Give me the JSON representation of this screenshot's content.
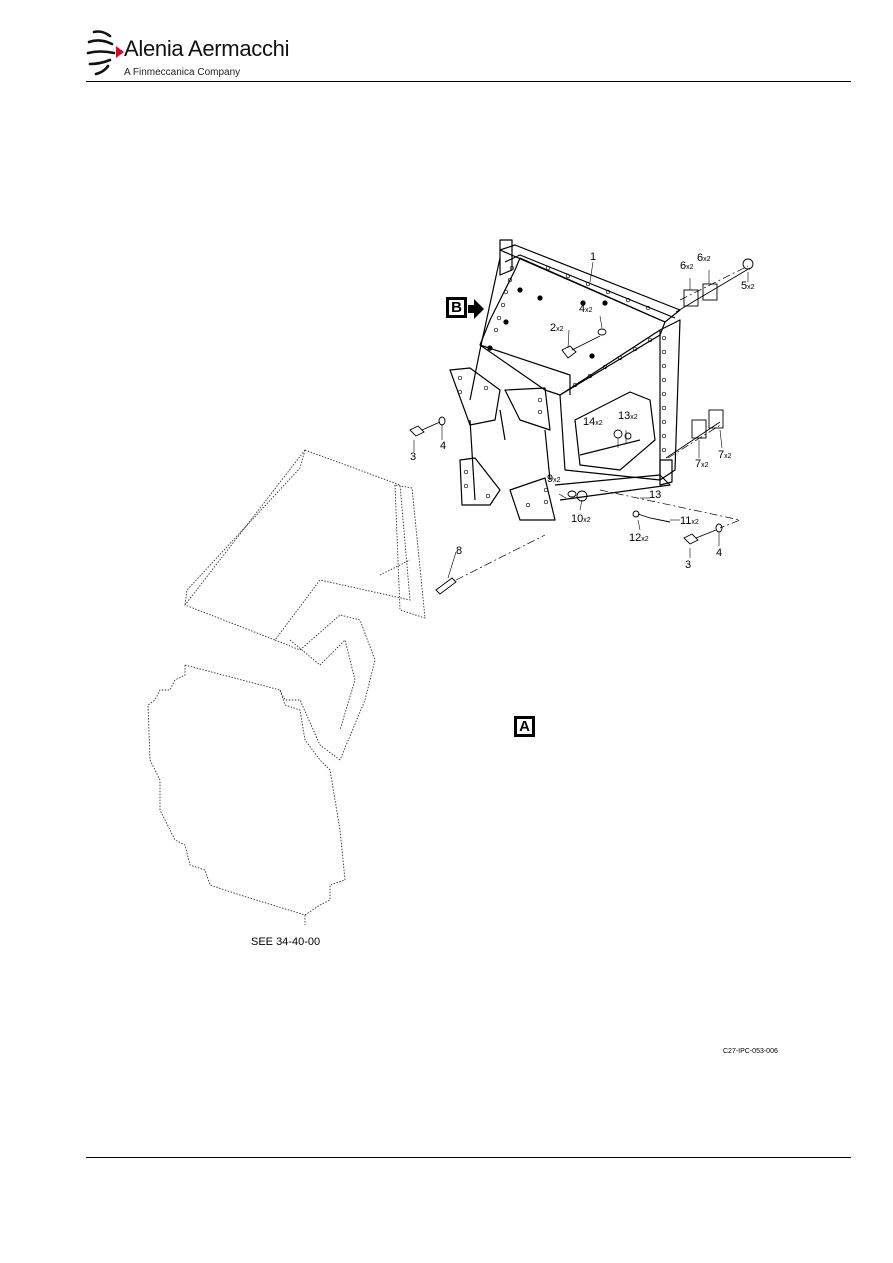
{
  "header": {
    "brand": "Alenia Aermacchi",
    "tagline": "A Finmeccanica Company"
  },
  "figure": {
    "view_a": "A",
    "view_b": "B",
    "see_ref": "SEE 34-40-00",
    "figure_id": "C27-IPC-053-006",
    "callouts": [
      {
        "n": "1",
        "q": ""
      },
      {
        "n": "2",
        "q": "x2"
      },
      {
        "n": "3",
        "q": ""
      },
      {
        "n": "3",
        "q": ""
      },
      {
        "n": "4",
        "q": "x2"
      },
      {
        "n": "4",
        "q": ""
      },
      {
        "n": "4",
        "q": ""
      },
      {
        "n": "5",
        "q": "x2"
      },
      {
        "n": "6",
        "q": "x2"
      },
      {
        "n": "6",
        "q": "x2"
      },
      {
        "n": "7",
        "q": "x2"
      },
      {
        "n": "7",
        "q": "x2"
      },
      {
        "n": "8",
        "q": ""
      },
      {
        "n": "9",
        "q": "x2"
      },
      {
        "n": "10",
        "q": "x2"
      },
      {
        "n": "11",
        "q": "x2"
      },
      {
        "n": "12",
        "q": "x2"
      },
      {
        "n": "13",
        "q": "x2"
      },
      {
        "n": "13",
        "q": ""
      },
      {
        "n": "14",
        "q": "x2"
      }
    ]
  }
}
